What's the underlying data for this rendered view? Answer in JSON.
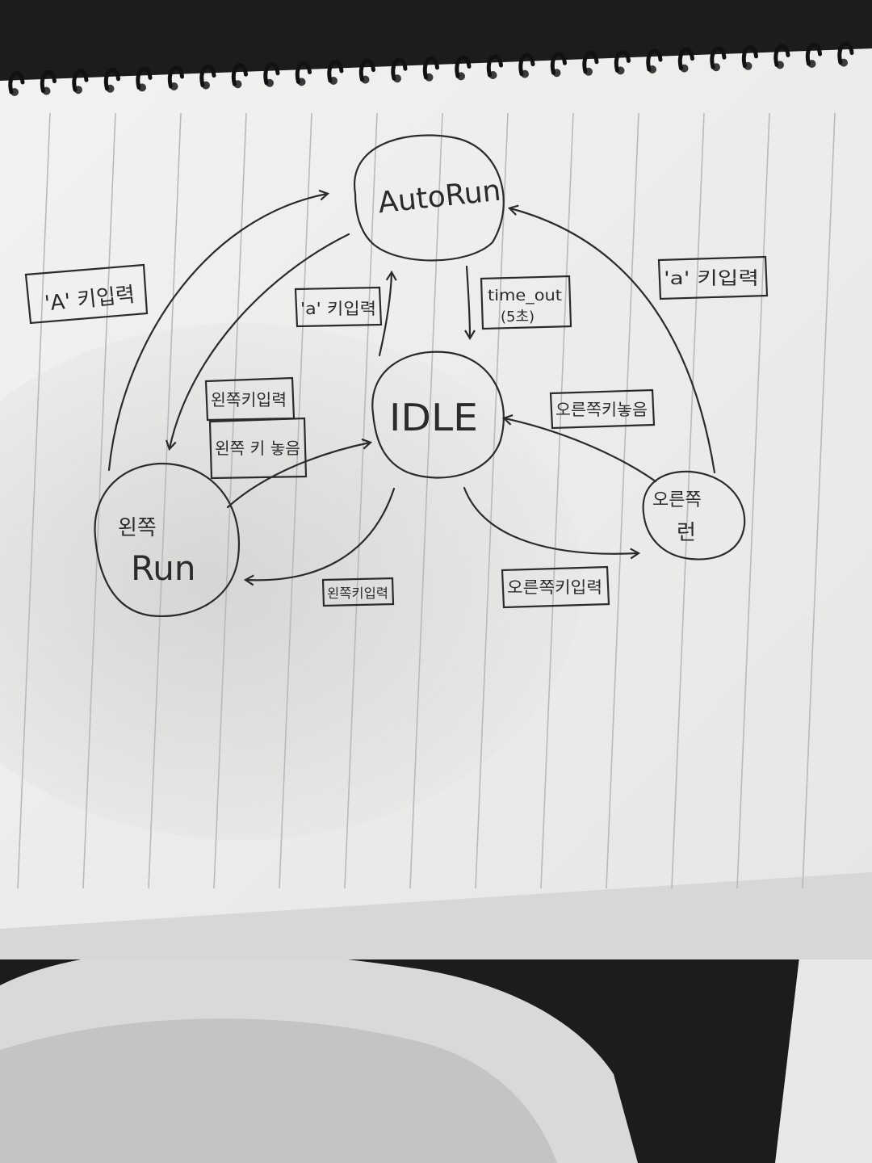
{
  "diagram": {
    "states": {
      "autorun": "AutoRun",
      "idle": "IDLE",
      "left_run_top": "왼쪽",
      "left_run_bottom": "Run",
      "right_run_top": "오른쪽",
      "right_run_bottom": "런"
    },
    "transitions": {
      "a_key_left": "'A' 키입력",
      "a_key_center": "'a' 키입력",
      "a_key_right": "'a' 키입력",
      "timeout_line1": "time_out",
      "timeout_line2": "(5초)",
      "left_key_input": "왼쪽키입력",
      "left_key_release": "왼쪽 키 놓음",
      "left_key_input_bottom": "왼쪽키입력",
      "right_key_release": "오른쪽키놓음",
      "right_key_input": "오른쪽키입력"
    }
  },
  "colors": {
    "paper": "#f3f3f1",
    "ink": "#2b2b2b",
    "rule": "#b9b9bd",
    "fabric": "#1a1a1a"
  }
}
